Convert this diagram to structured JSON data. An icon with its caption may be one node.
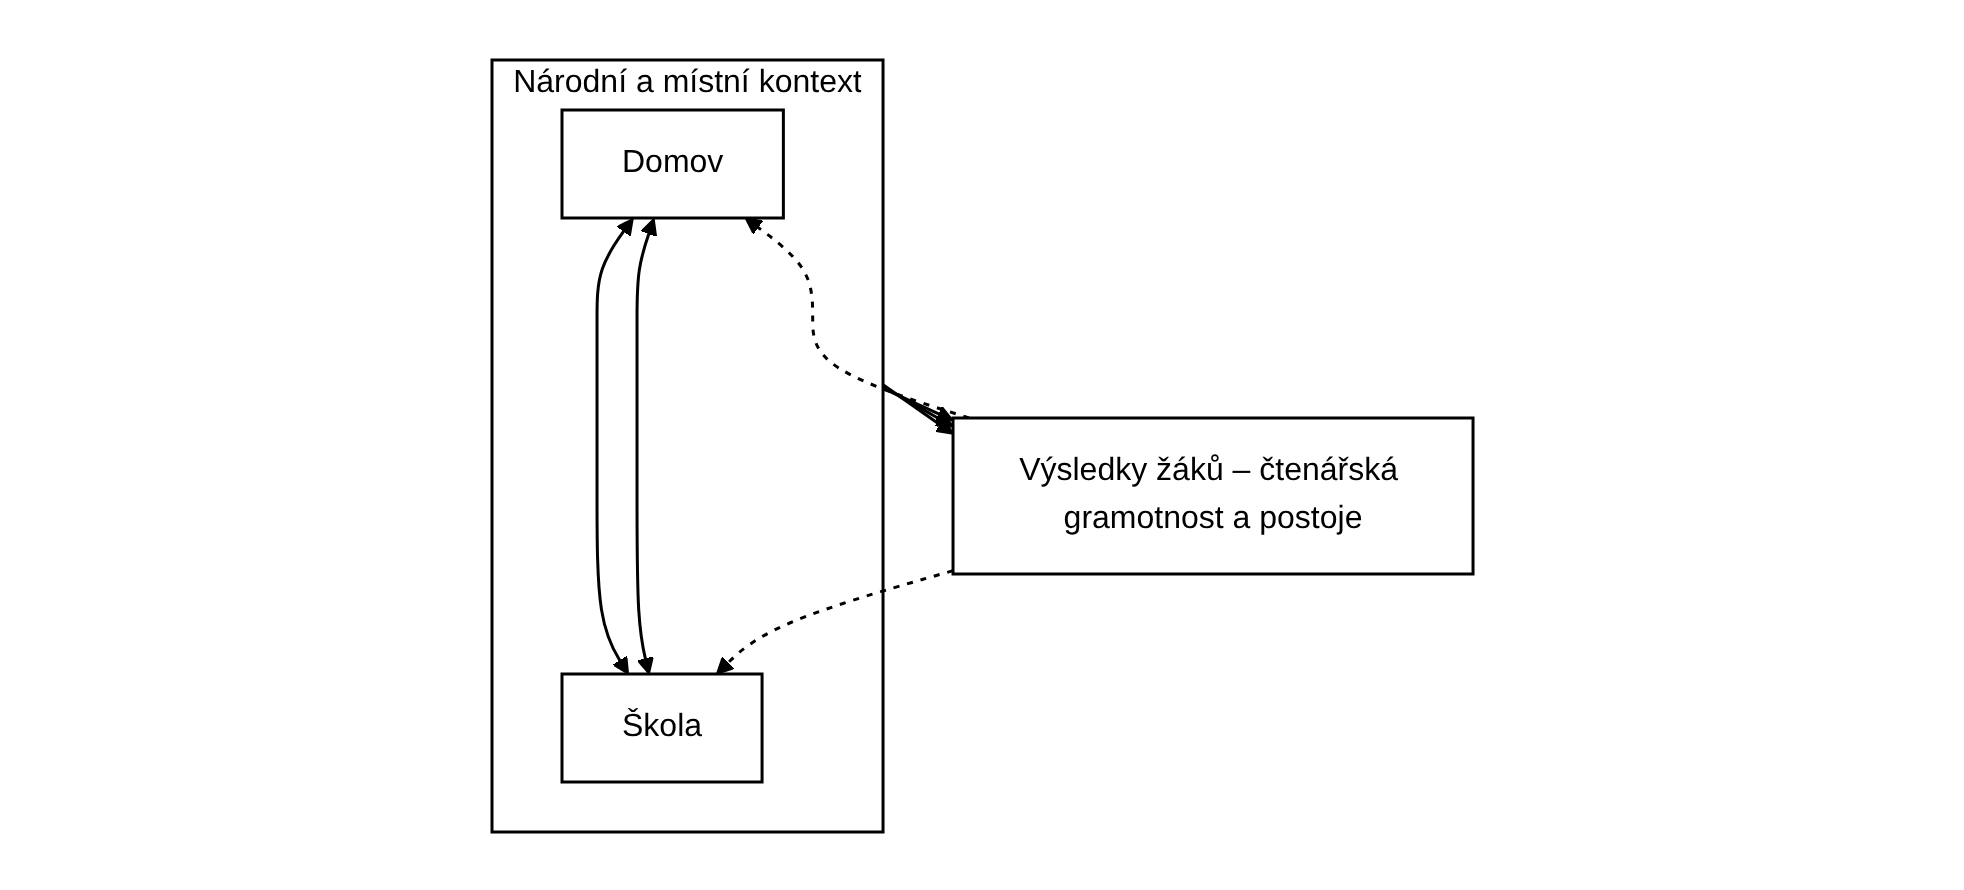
{
  "diagram": {
    "nodes": [
      {
        "text": [
          "Národní a místní kontext"
        ]
      },
      {
        "text": [
          "Domov"
        ],
        "in": 0
      },
      {
        "text": [
          "Škola"
        ],
        "in": 0
      },
      {
        "text": [
          "Výsledky žáků – čtenářská gramotnost a postoje"
        ]
      }
    ],
    "edges": [
      {
        "from": 1,
        "to": 2,
        "arrow": "both"
      },
      {
        "from": 1,
        "to": 2,
        "arrow": "both"
      },
      {
        "from": 3,
        "to": 1,
        "arrow": "to",
        "style": "dashed"
      },
      {
        "from": 3,
        "to": 2,
        "arrow": "to",
        "style": "dashed"
      },
      {
        "from": 0,
        "to": 3,
        "arrow": "to"
      },
      {
        "from": 0,
        "to": 3,
        "arrow": "to"
      },
      {
        "from": 0,
        "to": 3,
        "arrow": "to"
      }
    ]
  }
}
